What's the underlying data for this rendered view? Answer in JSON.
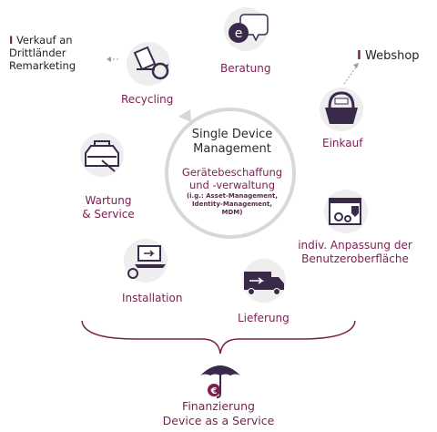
{
  "center": {
    "title_line1": "Single Device",
    "title_line2": "Management",
    "subtitle_line1": "Gerätebeschaffung",
    "subtitle_line2": "und -verwaltung",
    "note_line1": "(i.g.: Asset-Management,",
    "note_line2": "Identity-Management,",
    "note_line3": "MDM)"
  },
  "steps": {
    "beratung": "Beratung",
    "einkauf": "Einkauf",
    "anpassung_line1": "indiv. Anpassung der",
    "anpassung_line2": "Benutzeroberfläche",
    "lieferung": "Lieferung",
    "installation": "Installation",
    "wartung_line1": "Wartung",
    "wartung_line2": "& Service",
    "recycling": "Recycling"
  },
  "external": {
    "marker": "I",
    "verkauf_line1": "Verkauf an",
    "verkauf_line2": "Drittländer",
    "verkauf_line3": "Remarketing",
    "webshop": "Webshop"
  },
  "bottom": {
    "line1": "Finanzierung",
    "line2": "Device as a Service"
  },
  "colors": {
    "accent": "#7a1f4f",
    "icon_dark": "#3a2a4a",
    "circle_fill": "#eeeeee",
    "ring": "#d6d6d6"
  }
}
